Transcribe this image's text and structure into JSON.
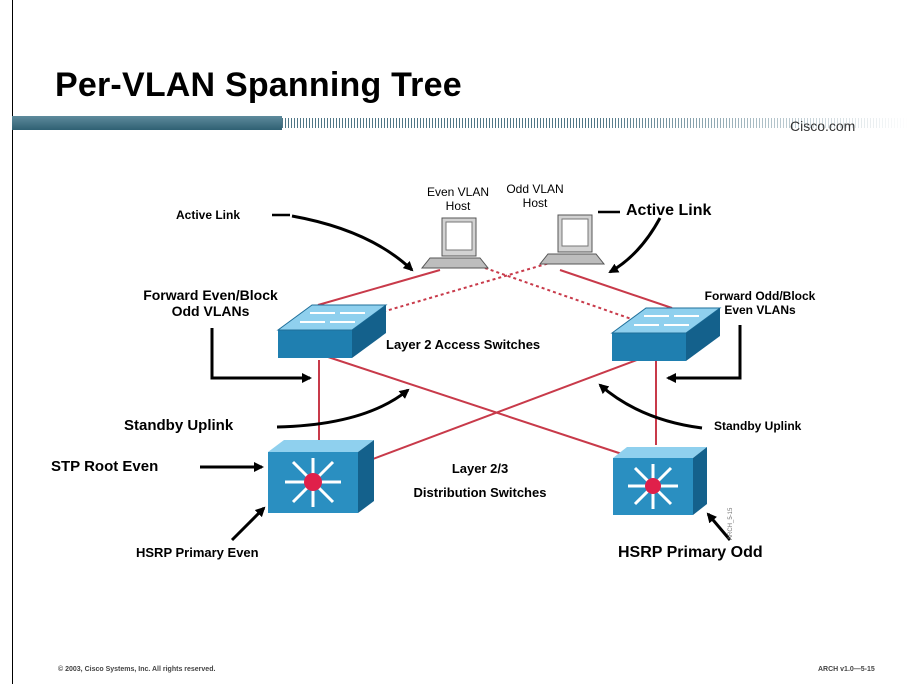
{
  "slide": {
    "title": "Per-VLAN Spanning Tree",
    "brand": "Cisco.com",
    "copyright": "© 2003, Cisco Systems, Inc. All rights reserved.",
    "slide_id": "ARCH v1.0—5-15"
  },
  "diagram": {
    "active_link_left": "Active Link",
    "active_link_right": "Active Link",
    "even_host": [
      "Even VLAN",
      "Host"
    ],
    "odd_host": [
      "Odd VLAN",
      "Host"
    ],
    "forward_even": [
      "Forward Even/Block",
      "Odd VLANs"
    ],
    "forward_odd": [
      "Forward Odd/Block",
      "Even VLANs"
    ],
    "access_switches": "Layer 2 Access Switches",
    "standby_left": "Standby Uplink",
    "standby_right": "Standby Uplink",
    "stp_root_even": "STP Root Even",
    "distribution": [
      "Layer 2/3",
      "Distribution Switches"
    ],
    "hsrp_even": "HSRP Primary Even",
    "hsrp_odd": "HSRP Primary Odd",
    "watermark": "ARCH_5-15"
  },
  "colors": {
    "link": "#c83a4a",
    "switch_top": "#8fd0ee",
    "switch_side": "#1f7fb0",
    "root_dot": "#e0204a",
    "header_bar": "#3d6b7d"
  }
}
